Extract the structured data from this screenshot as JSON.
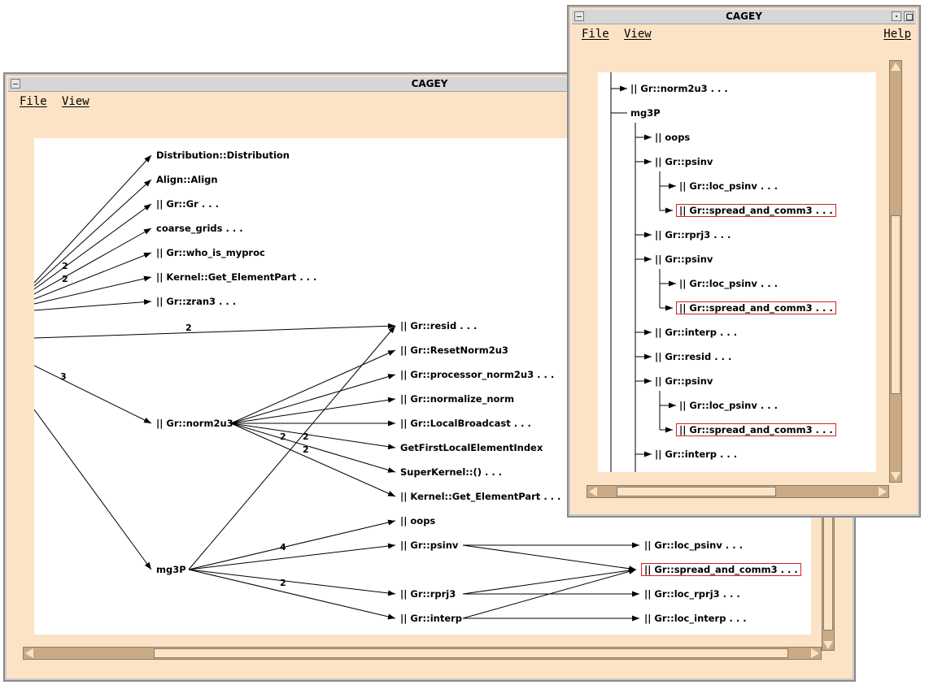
{
  "colors": {
    "window_bg": "#fde3c5",
    "canvas_bg": "#ffffff",
    "highlight": "#d62020",
    "scroll": "#c9aa85"
  },
  "back_window": {
    "title": "CAGEY",
    "menu": [
      "File",
      "View"
    ],
    "nodes": [
      {
        "label": "Distribution::Distribution"
      },
      {
        "label": "Align::Align"
      },
      {
        "label": "|| Gr::Gr  . . ."
      },
      {
        "label": "coarse_grids  . . ."
      },
      {
        "label": "|| Gr::who_is_myproc"
      },
      {
        "label": "|| Kernel::Get_ElementPart  . . ."
      },
      {
        "label": "|| Gr::zran3  . . ."
      },
      {
        "label": "|| Gr::resid  . . ."
      },
      {
        "label": "|| Gr::ResetNorm2u3"
      },
      {
        "label": "|| Gr::processor_norm2u3  . . ."
      },
      {
        "label": "|| Gr::normalize_norm"
      },
      {
        "label": "|| Gr::LocalBroadcast  . . ."
      },
      {
        "label": "GetFirstLocalElementIndex"
      },
      {
        "label": "SuperKernel::()  . . ."
      },
      {
        "label": "|| Kernel::Get_ElementPart  . . ."
      },
      {
        "label": "|| oops"
      },
      {
        "label": "|| Gr::psinv"
      },
      {
        "label": "|| Gr::rprj3"
      },
      {
        "label": "|| Gr::interp"
      },
      {
        "label": "|| Gr::norm2u3"
      },
      {
        "label": "mg3P"
      },
      {
        "label": "|| Gr::loc_psinv  . . ."
      },
      {
        "label": "|| Gr::spread_and_comm3  . . ."
      },
      {
        "label": "|| Gr::loc_rprj3  . . ."
      },
      {
        "label": "|| Gr::loc_interp  . . ."
      }
    ],
    "edge_labels": [
      "2",
      "2",
      "2",
      "3",
      "2",
      "2",
      "2",
      "4",
      "2"
    ]
  },
  "front_window": {
    "title": "CAGEY",
    "menu": [
      "File",
      "View"
    ],
    "help": "Help",
    "tree": [
      {
        "label": "|| Gr::norm2u3  . . ."
      },
      {
        "label": "mg3P"
      },
      {
        "label": "|| oops"
      },
      {
        "label": "|| Gr::psinv"
      },
      {
        "label": "|| Gr::loc_psinv  . . ."
      },
      {
        "label": "|| Gr::spread_and_comm3  . . ."
      },
      {
        "label": "|| Gr::rprj3  . . ."
      },
      {
        "label": "|| Gr::psinv"
      },
      {
        "label": "|| Gr::loc_psinv  . . ."
      },
      {
        "label": "|| Gr::spread_and_comm3  . . ."
      },
      {
        "label": "|| Gr::interp  . . ."
      },
      {
        "label": "|| Gr::resid  . . ."
      },
      {
        "label": "|| Gr::psinv"
      },
      {
        "label": "|| Gr::loc_psinv  . . ."
      },
      {
        "label": "|| Gr::spread_and_comm3  . . ."
      },
      {
        "label": "|| Gr::interp  . . ."
      }
    ]
  }
}
